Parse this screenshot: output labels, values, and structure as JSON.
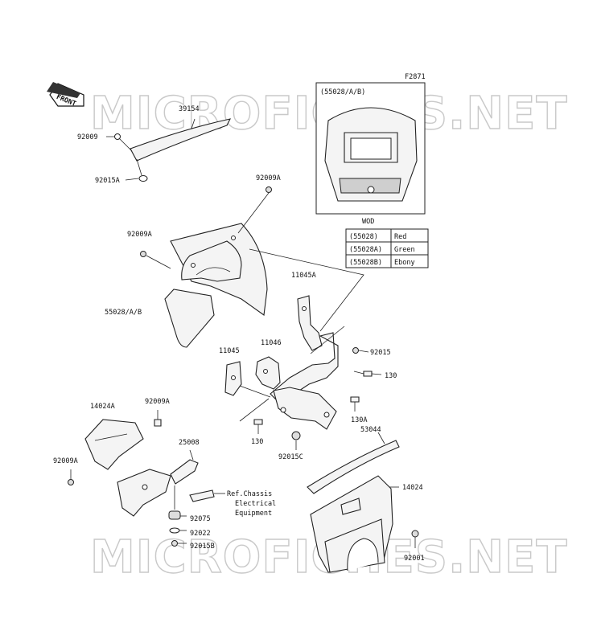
{
  "figure_code": "F2871",
  "watermark": "MICROFICHES.NET",
  "front_arrow": "FRONT",
  "inset": {
    "title": "(55028/A/B)",
    "caption": "WOD"
  },
  "color_table": [
    {
      "part": "(55028)",
      "color": "Red"
    },
    {
      "part": "(55028A)",
      "color": "Green"
    },
    {
      "part": "(55028B)",
      "color": "Ebony"
    }
  ],
  "labels": {
    "p39154": "39154",
    "p92009": "92009",
    "p92015A": "92015A",
    "p92009A_top": "92009A",
    "p92009A_left": "92009A",
    "p55028": "55028/A/B",
    "p11045A": "11045A",
    "p92015": "92015",
    "p11045": "11045",
    "p11046": "11046",
    "p130_right": "130",
    "p130A": "130A",
    "p130_left": "130",
    "p92015C": "92015C",
    "p53044": "53044",
    "p14024A": "14024A",
    "p92009A_mid": "92009A",
    "p25008": "25008",
    "p92009A_bottom": "92009A",
    "ref_line1": "Ref.Chassis",
    "ref_line2": "Electrical",
    "ref_line3": "Equipment",
    "p92075": "92075",
    "p92022": "92022",
    "p92015B": "92015B",
    "p14024": "14024",
    "p92001": "92001"
  }
}
